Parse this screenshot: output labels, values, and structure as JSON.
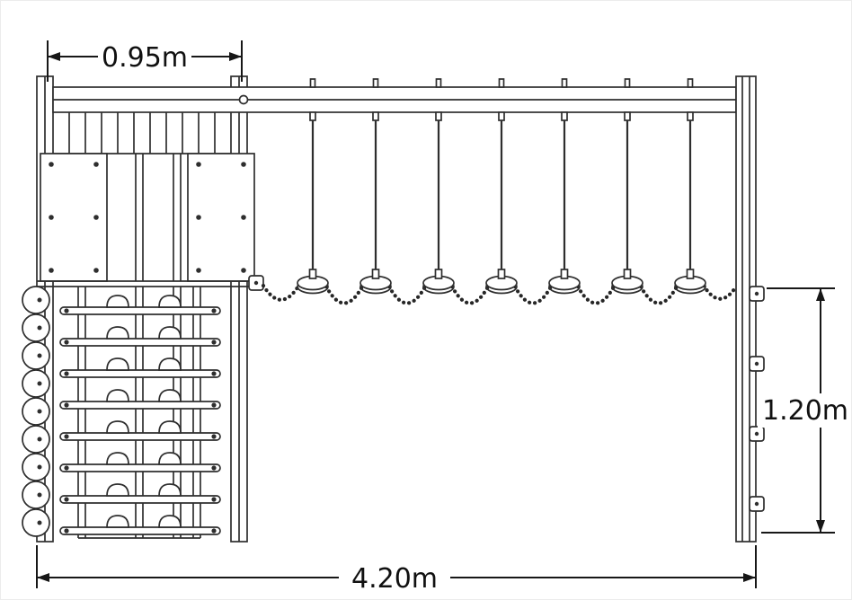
{
  "dimensions": {
    "tower_width": "0.95m",
    "total_length": "4.20m",
    "height": "1.20m"
  },
  "colors": {
    "line": "#2e2e2e",
    "dimension": "#171717",
    "background": "#ffffff"
  }
}
